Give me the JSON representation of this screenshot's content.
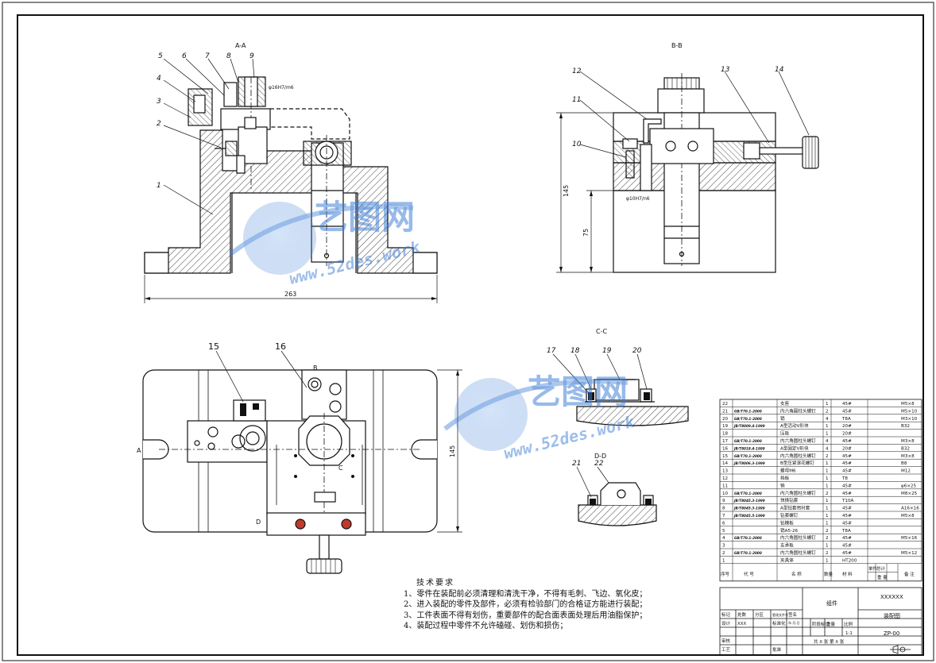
{
  "views": {
    "aa": "A-A",
    "bb": "B-B",
    "cc": "C-C",
    "dd": "D-D"
  },
  "dims": {
    "aa_width": "263",
    "bb_height": "145",
    "bb_inner": "75",
    "bb_fit": "φ10H7/n6",
    "plan_height": "145",
    "aa_fit": "φ16H7/m6"
  },
  "balloons": [
    "1",
    "2",
    "3",
    "4",
    "5",
    "6",
    "7",
    "8",
    "9",
    "10",
    "11",
    "12",
    "13",
    "14",
    "15",
    "16",
    "17",
    "18",
    "19",
    "20",
    "21",
    "22"
  ],
  "section_marks": {
    "a": "A",
    "b": "B",
    "c": "C",
    "d": "D"
  },
  "watermark": {
    "brand": "艺图网",
    "url": "www.52des.work"
  },
  "bom": {
    "rows": [
      {
        "no": "22",
        "code": "",
        "name": "支座",
        "qty": "1",
        "mat": "45#",
        "note": "M5×8"
      },
      {
        "no": "21",
        "code": "GB/T70.1-2000",
        "name": "内六角圆柱头螺钉",
        "qty": "2",
        "mat": "45#",
        "note": "M5×10"
      },
      {
        "no": "20",
        "code": "GB/T70.1-2000",
        "name": "销",
        "qty": "4",
        "mat": "T8A",
        "note": "M3×10"
      },
      {
        "no": "19",
        "code": "JB/T8009.4-1999",
        "name": "A型活动V形块",
        "qty": "1",
        "mat": "20#",
        "note": "B32"
      },
      {
        "no": "18",
        "code": "",
        "name": "压板",
        "qty": "1",
        "mat": "20#",
        "note": ""
      },
      {
        "no": "17",
        "code": "GB/T70.1-2000",
        "name": "内六角圆柱头螺钉",
        "qty": "4",
        "mat": "45#",
        "note": "M3×8"
      },
      {
        "no": "16",
        "code": "JB/T8018.4-1999",
        "name": "A型固定V形块",
        "qty": "4",
        "mat": "20#",
        "note": "B32"
      },
      {
        "no": "15",
        "code": "GB/T70.1-2000",
        "name": "内六角圆柱头螺钉",
        "qty": "2",
        "mat": "45#",
        "note": "M3×8"
      },
      {
        "no": "14",
        "code": "JB/T8006.3-1999",
        "name": "B型压紧滚花螺钉",
        "qty": "1",
        "mat": "45#",
        "note": "B8"
      },
      {
        "no": "13",
        "code": "",
        "name": "螺母M6",
        "qty": "1",
        "mat": "45#",
        "note": "M12"
      },
      {
        "no": "12",
        "code": "",
        "name": "挡板",
        "qty": "1",
        "mat": "T8",
        "note": ""
      },
      {
        "no": "11",
        "code": "",
        "name": "销",
        "qty": "1",
        "mat": "45#",
        "note": "φ6×25"
      },
      {
        "no": "10",
        "code": "GB/T70.1-2000",
        "name": "内六角圆柱头螺钉",
        "qty": "2",
        "mat": "45#",
        "note": "M8×25"
      },
      {
        "no": "9",
        "code": "JB/T8045.3-1999",
        "name": "快换钻套",
        "qty": "1",
        "mat": "T10A",
        "note": ""
      },
      {
        "no": "8",
        "code": "JB/T8045.3-1999",
        "name": "A型钻套用衬套",
        "qty": "1",
        "mat": "45#",
        "note": "A16×16"
      },
      {
        "no": "7",
        "code": "JB/T8045.5-1999",
        "name": "钻套螺钉",
        "qty": "1",
        "mat": "45#",
        "note": "M5×8"
      },
      {
        "no": "6",
        "code": "",
        "name": "钻模板",
        "qty": "1",
        "mat": "45#",
        "note": ""
      },
      {
        "no": "5",
        "code": "",
        "name": "销A5-26",
        "qty": "2",
        "mat": "T8A",
        "note": ""
      },
      {
        "no": "4",
        "code": "GB/T70.1-2000",
        "name": "内六角圆柱头螺钉",
        "qty": "2",
        "mat": "45#",
        "note": "M5×16"
      },
      {
        "no": "3",
        "code": "",
        "name": "支承板",
        "qty": "1",
        "mat": "45#",
        "note": ""
      },
      {
        "no": "2",
        "code": "GB/T70.1-2000",
        "name": "内六角圆柱头螺钉",
        "qty": "2",
        "mat": "45#",
        "note": "M5×12"
      },
      {
        "no": "1",
        "code": "",
        "name": "夹具体",
        "qty": "1",
        "mat": "HT200",
        "note": ""
      }
    ],
    "header": {
      "no": "序号",
      "code": "代 号",
      "name": "名 称",
      "qty": "数量",
      "mat": "材 料",
      "single": "单件",
      "total": "总计",
      "weight": "重 量",
      "note": "备 注"
    }
  },
  "title_block": {
    "group": "组件",
    "company": "XXXXXX",
    "drawing": "装配图",
    "code": "ZP-00",
    "scale_label": "比例",
    "scale": "1:1",
    "weight_label": "重量",
    "stage_label": "阶段标记",
    "sheet_info": "共 X 张   第 X 张",
    "designer_label": "设计",
    "designer": "XXX",
    "std_label": "标准化",
    "mark_label": "标记",
    "count_label": "处数",
    "zone_label": "分区",
    "change_label": "更改文件号",
    "sign_label": "签名",
    "date_label": "年.月.日",
    "review_label": "审核",
    "process_label": "工艺",
    "approve_label": "批准"
  },
  "tech_req": {
    "title": "技术要求",
    "lines": [
      "1、零件在装配前必须清理和清洗干净，不得有毛刺、飞边、氧化皮；",
      "2、进入装配的零件及部件，必须有检验部门的合格证方能进行装配；",
      "3、工件表面不得有划伤，重要部件的配合面表面处理后用油脂保护；",
      "4、装配过程中零件不允许磕碰、划伤和损伤；"
    ]
  },
  "colors": {
    "line": "#111111",
    "hatch": "#333333",
    "watermark": "#3a7bd5",
    "marker": "#c0392b"
  }
}
